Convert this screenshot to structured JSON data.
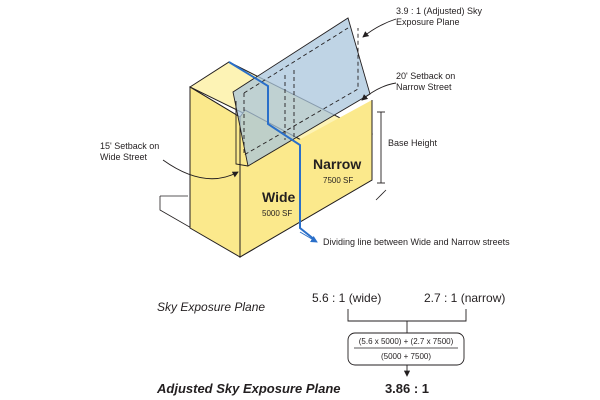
{
  "diagram": {
    "annotations": {
      "sky_plane_line1": "3.9 : 1 (Adjusted) Sky",
      "sky_plane_line2": "Exposure Plane",
      "narrow_setback_line1": "20' Setback on",
      "narrow_setback_line2": "Narrow Street",
      "wide_setback_line1": "15' Setback on",
      "wide_setback_line2": "Wide Street",
      "base_height": "Base Height",
      "dividing_line": "Dividing line between Wide and Narrow streets"
    },
    "zones": {
      "narrow_label": "Narrow",
      "narrow_area": "7500 SF",
      "wide_label": "Wide",
      "wide_area": "5000 SF"
    },
    "colors": {
      "building": "#fbe98c",
      "building_roof": "#fdf3b5",
      "plane_fill": "#a9c6dc",
      "dividing_line": "#2a6fc9",
      "line": "#231f20"
    }
  },
  "calculation": {
    "sky_label": "Sky Exposure Plane",
    "wide_ratio": "5.6 : 1 (wide)",
    "narrow_ratio": "2.7 : 1 (narrow)",
    "numerator": "(5.6 x 5000) + (2.7 x 7500)",
    "denominator": "(5000 + 7500)",
    "adjusted_label": "Adjusted Sky Exposure Plane",
    "adjusted_value": "3.86 : 1"
  }
}
